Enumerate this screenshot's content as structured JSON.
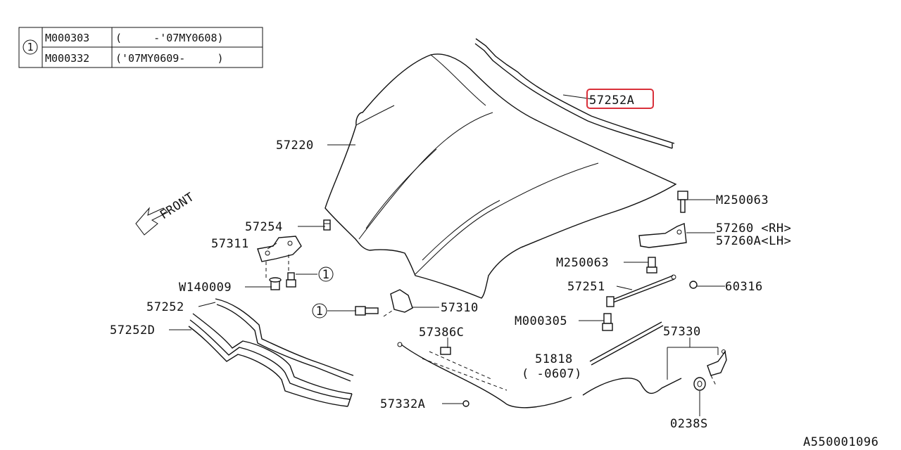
{
  "legend": {
    "ref_symbol": "1",
    "rows": [
      {
        "part": "M000303",
        "range": "(     -'07MY0608)"
      },
      {
        "part": "M000332",
        "range": "('07MY0609-     )"
      }
    ]
  },
  "front_label": "FRONT",
  "callouts": {
    "hood_seal_highlight": "57252A",
    "hood": "57220",
    "bumper_rubber": "57254",
    "latch": "57311",
    "washer": "W140009",
    "front_seal": "57252",
    "front_seal_d": "57252D",
    "ref_bolt_latch": "1",
    "ref_bolt_striker": "1",
    "striker": "57310",
    "cable_clip": "57386C",
    "grommet": "57332A",
    "hinge_bolt_top": "M250063",
    "hinge_rh": "57260 <RH>",
    "hinge_lh": "57260A<LH>",
    "hinge_bolt_mid": "M250063",
    "stay": "57251",
    "stay_clip": "60316",
    "stay_bolt": "M000305",
    "hose": "51818",
    "hose_note": "( -0607)",
    "release_cable": "57330",
    "grommet_0238": "0238S",
    "diagram_code": "A550001096"
  },
  "colors": {
    "highlight": "#d9303a",
    "ink": "#111111"
  }
}
